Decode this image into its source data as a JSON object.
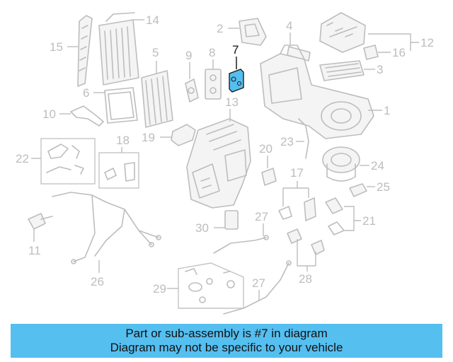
{
  "callouts": {
    "c1": "1",
    "c2": "2",
    "c3": "3",
    "c4": "4",
    "c5": "5",
    "c6": "6",
    "c7": "7",
    "c8": "8",
    "c9": "9",
    "c10": "10",
    "c11": "11",
    "c12": "12",
    "c13": "13",
    "c14": "14",
    "c15": "15",
    "c16": "16",
    "c17": "17",
    "c18": "18",
    "c19": "19",
    "c20": "20",
    "c21": "21",
    "c22": "22",
    "c23": "23",
    "c24": "24",
    "c25": "25",
    "c26": "26",
    "c27a": "27",
    "c27b": "27",
    "c28": "28",
    "c29": "29",
    "c30": "30"
  },
  "highlight": {
    "part_number": "7",
    "color": "#55bff0"
  },
  "caption": {
    "line1": "Part or sub-assembly is #7 in diagram",
    "line2": "Diagram may not be specific to your vehicle",
    "background": "#55bff0"
  }
}
